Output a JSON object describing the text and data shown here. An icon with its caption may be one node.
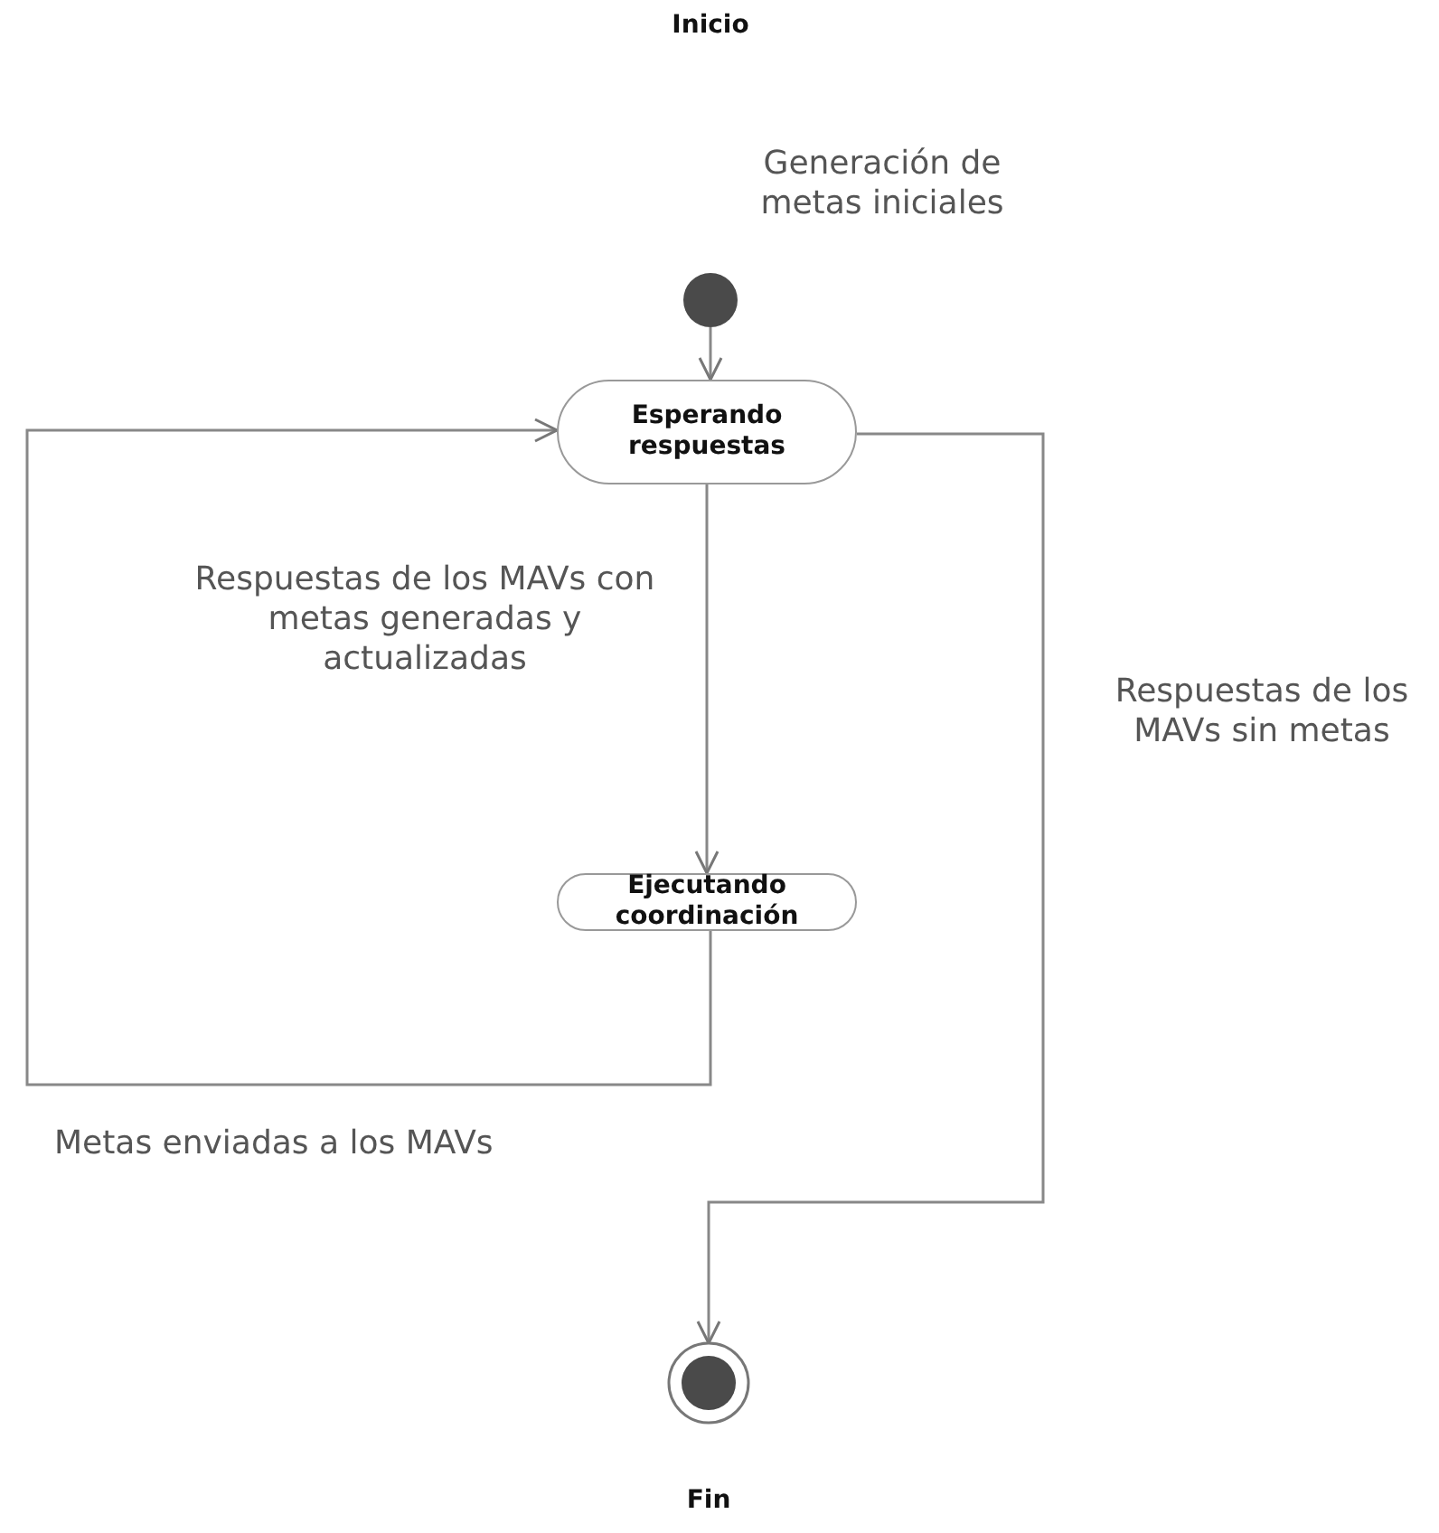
{
  "diagram": {
    "nodes": [
      {
        "text": [],
        "shape": "circle"
      },
      {
        "text": [
          "Esperando respuestas"
        ]
      },
      {
        "text": [
          "Ejecutando coordinación"
        ]
      },
      {
        "text": [],
        "shape": "circle"
      }
    ],
    "edges": [
      {
        "from": 0,
        "to": 1,
        "arrow": "to",
        "label": "Generación de metas iniciales"
      },
      {
        "from": 1,
        "to": 2,
        "arrow": "to",
        "label": "Respuestas de los MAVs con metas generadas y actualizadas"
      },
      {
        "from": 2,
        "to": 1,
        "arrow": "to",
        "label": "Metas enviadas a los MAVs"
      },
      {
        "from": 1,
        "to": 3,
        "arrow": "to",
        "label": "Respuestas de los MAVs sin metas"
      }
    ],
    "labels": [
      "Inicio",
      "Fin"
    ]
  }
}
